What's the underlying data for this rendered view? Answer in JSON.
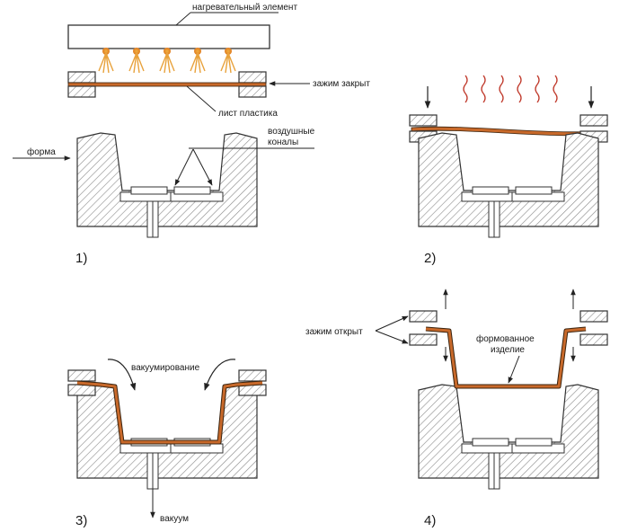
{
  "labels": {
    "heating_element": "нагревательный элемент",
    "clamp_closed": "зажим закрыт",
    "plastic_sheet": "лист пластика",
    "mold": "форма",
    "air_channels_line1": "воздушные",
    "air_channels_line2": "коналы",
    "evacuation": "вакуумирование",
    "vacuum": "вакуум",
    "clamp_open": "зажим открыт",
    "formed_product_line1": "формованное",
    "formed_product_line2": "изделие"
  },
  "steps": [
    "1)",
    "2)",
    "3)",
    "4)"
  ],
  "colors": {
    "sheet": "#c8692a",
    "sheet_edge": "#3a2410",
    "heat_glow": "#e8a23c",
    "heat_wave": "#c0392b",
    "hatch": "#8a8a8a",
    "outline": "#333333"
  }
}
